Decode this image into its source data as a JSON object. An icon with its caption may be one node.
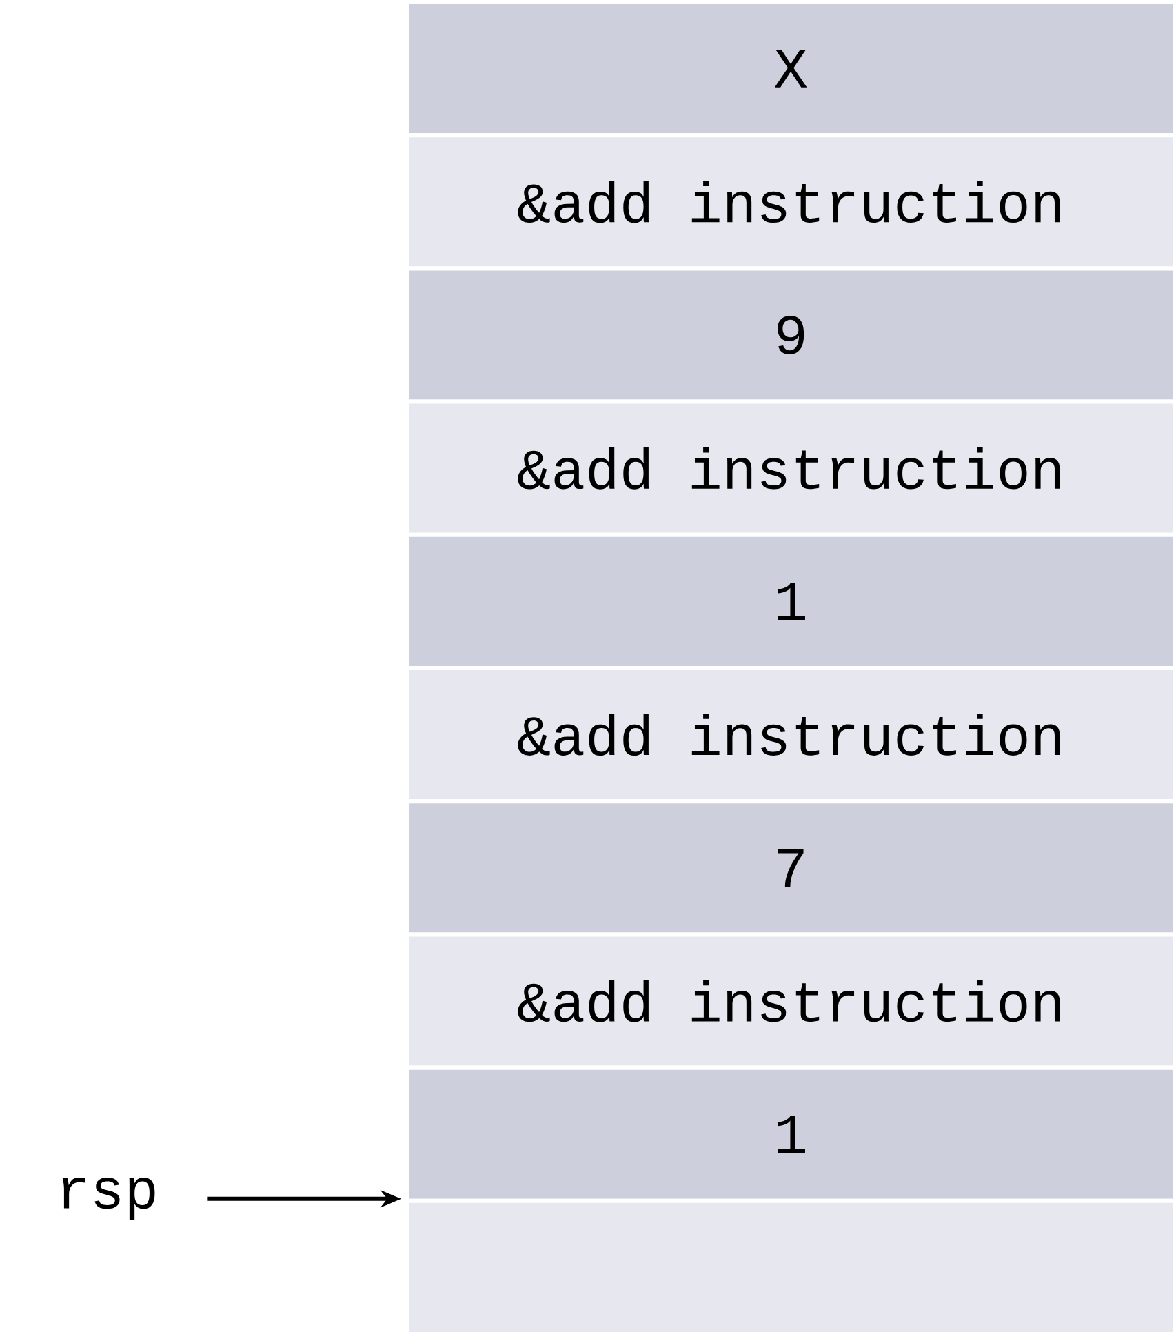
{
  "diagram": {
    "nodes": [
      {
        "text": [
          "X"
        ]
      },
      {
        "text": [
          "&add instruction"
        ]
      },
      {
        "text": [
          "9"
        ]
      },
      {
        "text": [
          "&add instruction"
        ]
      },
      {
        "text": [
          "1"
        ]
      },
      {
        "text": [
          "&add instruction"
        ]
      },
      {
        "text": [
          "7"
        ]
      },
      {
        "text": [
          "&add instruction"
        ]
      },
      {
        "text": [
          "1"
        ]
      },
      {
        "text": [],
        "shape": "box"
      },
      {
        "text": [
          "rsp"
        ]
      }
    ],
    "edges": [
      {
        "from": 10,
        "to": 9,
        "arrow": "to"
      }
    ]
  }
}
